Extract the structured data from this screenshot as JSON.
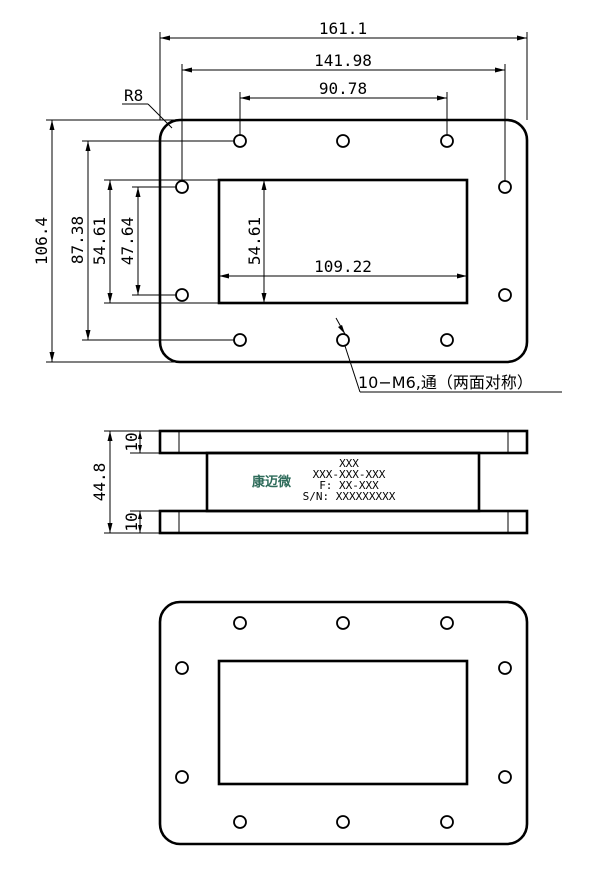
{
  "dimensions": {
    "overall_width": "161.1",
    "hole_span_outer": "141.98",
    "hole_span_inner": "90.78",
    "corner_radius": "R8",
    "overall_height": "106.4",
    "hole_span_vertical_outer": "87.38",
    "aperture_height_left": "54.61",
    "hole_span_vertical_inner": "47.64",
    "aperture_height_inside": "54.61",
    "aperture_width": "109.22",
    "flange_thickness_top": "10",
    "body_length": "44.8",
    "flange_thickness_bottom": "10"
  },
  "hole_note": "10−M6,通（两面对称）",
  "label": {
    "logo": "康迈微",
    "line1": "XXX",
    "line2": "XXX-XXX-XXX",
    "line3": "F: XX-XXX",
    "line4": "S/N: XXXXXXXXX"
  }
}
